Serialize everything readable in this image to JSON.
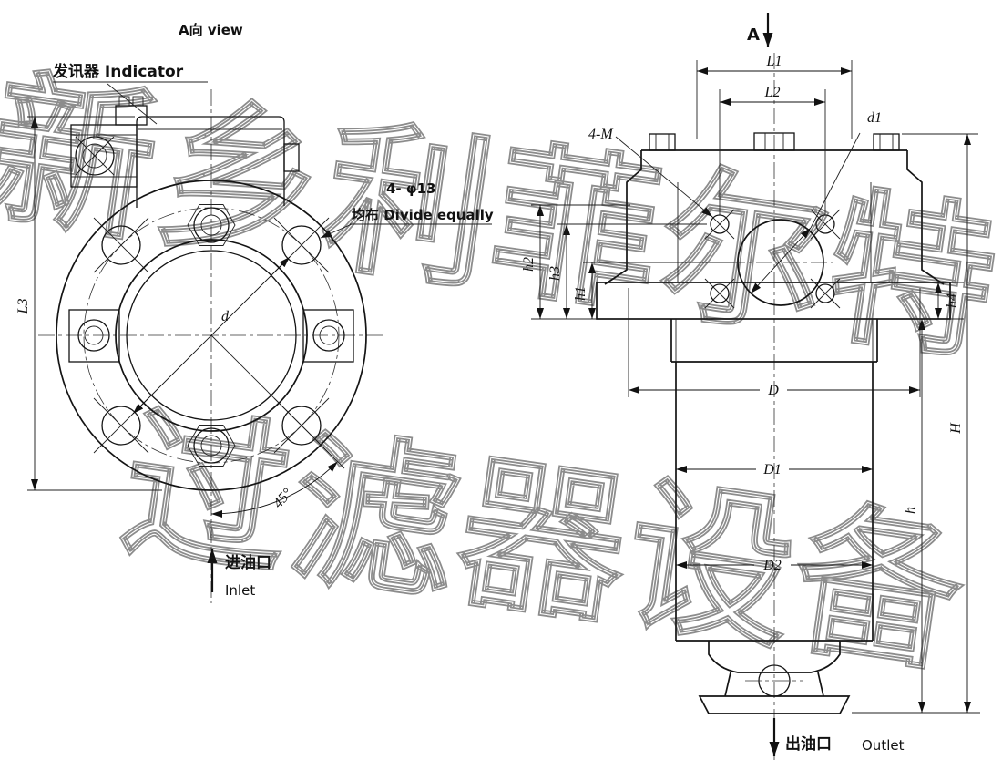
{
  "watermark": {
    "line1": "新乡利菲尔特",
    "line2": "过滤器设备"
  },
  "left": {
    "view_label": "A向  view",
    "indicator_label": "发讯器 Indicator",
    "holes_note1": "4- φ13",
    "holes_note2": "均布 Divide equally",
    "dim_l3": "L3",
    "dim_d": "d",
    "angle": "45°",
    "inlet_cn": "进油口",
    "inlet_en": "Inlet"
  },
  "right": {
    "section_label": "A",
    "tapped_label": "4-M",
    "dim_l1": "L1",
    "dim_l2": "L2",
    "dim_d1": "d1",
    "dim_h1": "h1",
    "dim_h2": "h2",
    "dim_h3": "h3",
    "dim_h4": "h4",
    "dim_D": "D",
    "dim_D1": "D1",
    "dim_D2": "D2",
    "dim_H": "H",
    "dim_h": "h",
    "outlet_cn": "出油口",
    "outlet_en": "Outlet"
  }
}
